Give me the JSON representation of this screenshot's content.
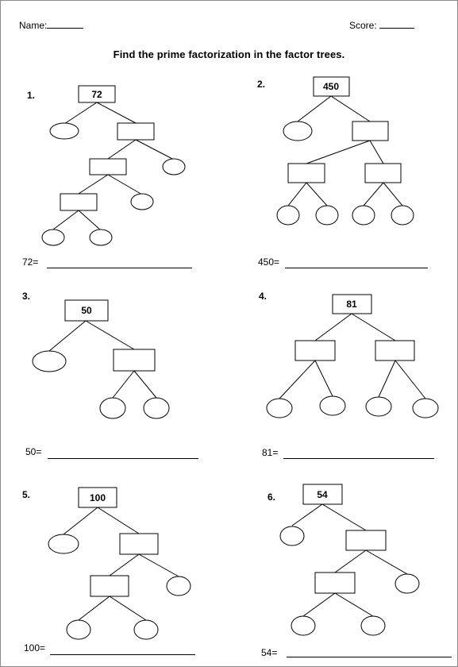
{
  "header": {
    "name_label": "Name:",
    "score_label": "Score:"
  },
  "title": "Find the prime factorization in the factor trees.",
  "problems": [
    {
      "number": "1.",
      "root": "72",
      "answer_label": "72="
    },
    {
      "number": "2.",
      "root": "450",
      "answer_label": "450="
    },
    {
      "number": "3.",
      "root": "50",
      "answer_label": "50="
    },
    {
      "number": "4.",
      "root": "81",
      "answer_label": "81="
    },
    {
      "number": "5.",
      "root": "100",
      "answer_label": "100="
    },
    {
      "number": "6.",
      "root": "54",
      "answer_label": "54="
    }
  ]
}
